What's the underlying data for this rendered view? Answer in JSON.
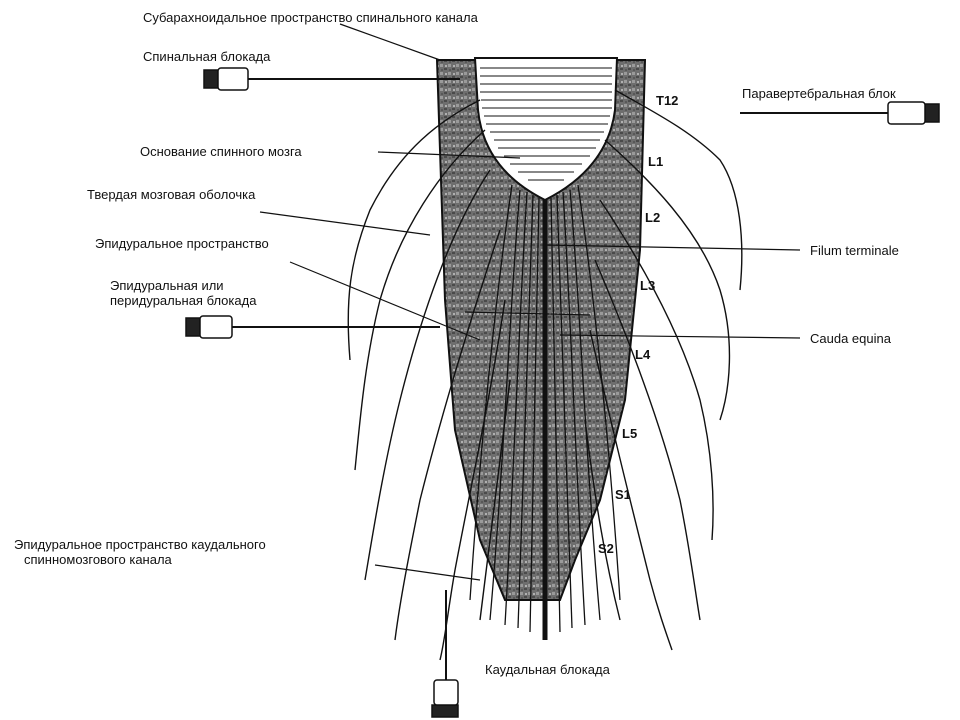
{
  "labels": {
    "subarachnoid": "Субарахноидальное пространство спинального канала",
    "spinal_block": "Спинальная блокада",
    "paravertebral_block": "Паравертебральная блок",
    "conus": "Основание спинного мозга",
    "dura": "Твердая мозговая оболочка",
    "epidural_space": "Эпидуральное пространство",
    "epidural_block_1": "Эпидуральная или",
    "epidural_block_2": "перидуральная блокада",
    "filum": "Filum terminale",
    "cauda": "Cauda equina",
    "caudal_space_1": "Эпидуральное пространство каудального",
    "caudal_space_2": "спинномозгового канала",
    "caudal_block": "Каудальная блокада"
  },
  "segments": [
    "T12",
    "L1",
    "L2",
    "L3",
    "L4",
    "L5",
    "S1",
    "S2"
  ]
}
